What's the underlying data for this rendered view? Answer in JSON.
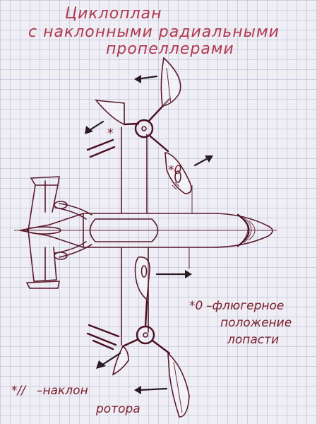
{
  "title": {
    "line1": "Циклоплан",
    "line2": "с наклонными радиальными",
    "line3": "пропеллерами"
  },
  "legend_feather": {
    "marker": "*0",
    "line1": "–флюгерное",
    "line2": "положение",
    "line3": "лопасти"
  },
  "legend_tilt": {
    "marker": "*//",
    "line1": "–наклон",
    "line2": "ротора"
  },
  "blade_marks": {
    "top_blade": "*0",
    "bottom_blade": "0",
    "star_left_top": "*"
  },
  "colors": {
    "ink": "#5b1a2c",
    "title": "#b0384f",
    "arrow": "#2a1a22",
    "grid": "#7882aa"
  }
}
